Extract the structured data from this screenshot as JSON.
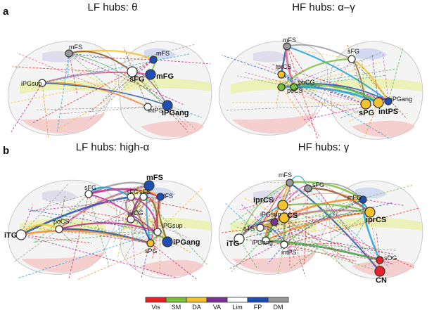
{
  "panel_letters": {
    "a": "a",
    "b": "b"
  },
  "panels": [
    {
      "title": "LF hubs: θ",
      "labels": [
        "mFS",
        "mFS",
        "sFG",
        "mFG",
        "iPGsup",
        "intPS",
        "iPGang"
      ]
    },
    {
      "title": "HF hubs: α–γ",
      "labels": [
        "mFS",
        "sFG",
        "iprCS",
        "poCG",
        "poCS",
        "sPG",
        "intPS",
        "iPGang"
      ]
    },
    {
      "title": "LF hubs: high-α",
      "labels": [
        "mFS",
        "sFG",
        "sFG",
        "sFS",
        "IFS",
        "prCG",
        "iTG",
        "poCS",
        "iPGsup",
        "sPG",
        "iPGang"
      ]
    },
    {
      "title": "HF hubs: γ",
      "labels": [
        "mFS",
        "sFG",
        "mFG",
        "iprCS",
        "CS",
        "iPGsup",
        "sTS",
        "iTG",
        "iPGang",
        "intPS",
        "iprCS",
        "sOG",
        "CN"
      ]
    }
  ],
  "legend": {
    "items": [
      {
        "label": "Vis",
        "color": "#e8202a"
      },
      {
        "label": "SM",
        "color": "#78c03c"
      },
      {
        "label": "DA",
        "color": "#f2c230"
      },
      {
        "label": "VA",
        "color": "#7a3592"
      },
      {
        "label": "Lim",
        "color": "#ffffff"
      },
      {
        "label": "FP",
        "color": "#1f4eb5"
      },
      {
        "label": "DM",
        "color": "#999999"
      }
    ]
  }
}
